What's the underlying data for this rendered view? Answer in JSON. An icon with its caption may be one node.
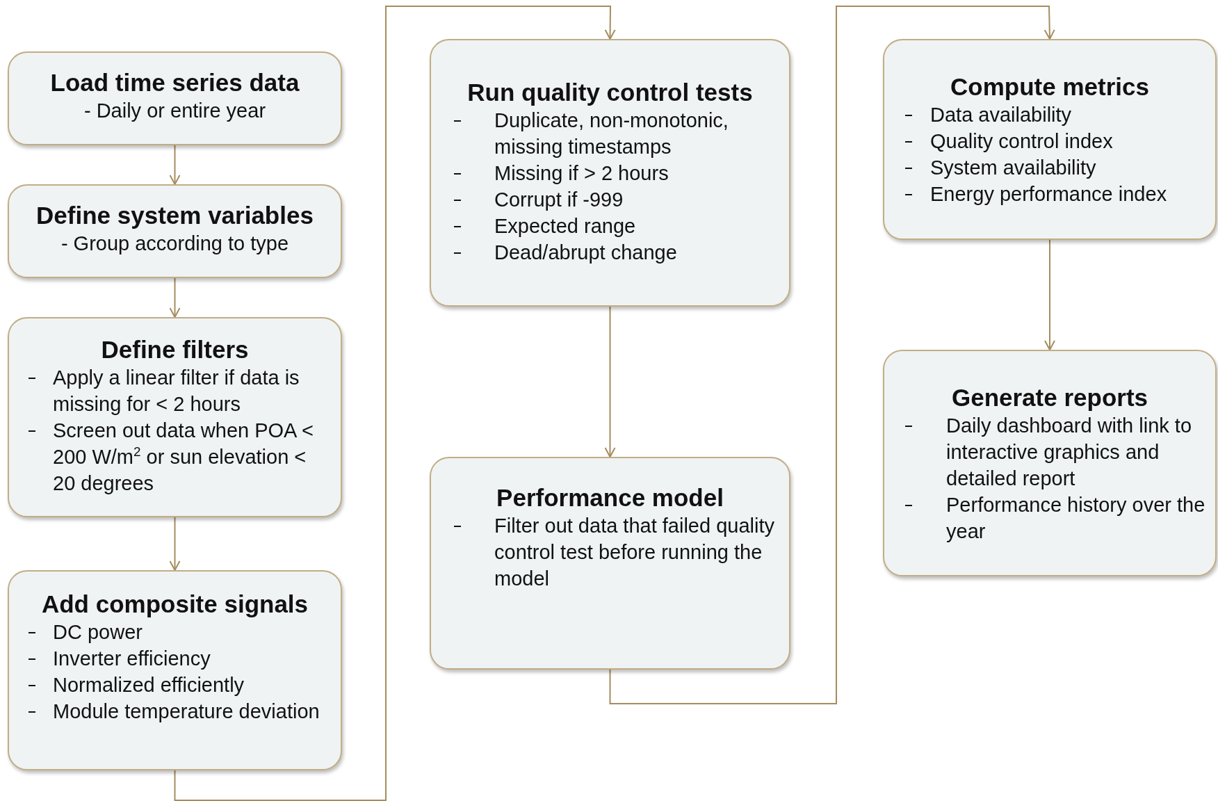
{
  "diagram": {
    "nodes": [
      {
        "text": [
          "Load time series data",
          "- Daily or entire year"
        ]
      },
      {
        "text": [
          "Define system variables",
          "- Group according to type"
        ]
      },
      {
        "text": [
          "Define filters",
          "Apply a linear filter if data is missing for < 2 hours",
          "Screen out data when POA < 200 W/m$^{2}$ or sun elevation < 20 degrees"
        ]
      },
      {
        "text": [
          "Add composite signals",
          "DC power",
          "Inverter efficiency",
          "Normalized efficiently",
          "Module temperature deviation"
        ]
      },
      {
        "text": [
          "Run quality control tests",
          "Duplicate, non-monotonic, missing timestamps",
          "Missing if > 2 hours",
          "Corrupt if -999",
          "Expected range",
          "Dead/abrupt change"
        ]
      },
      {
        "text": [
          "Performance model",
          "Filter out data that failed quality control test before running the model"
        ]
      },
      {
        "text": [
          "Compute metrics",
          "Data availability",
          "Quality control index",
          "System availability",
          "Energy performance index"
        ]
      },
      {
        "text": [
          "Generate reports",
          "Daily dashboard with link to interactive graphics and detailed report",
          "Performance history over the year"
        ]
      }
    ],
    "edges": [
      {
        "from": 0,
        "to": 1,
        "arrow": "to"
      },
      {
        "from": 1,
        "to": 2,
        "arrow": "to"
      },
      {
        "from": 2,
        "to": 3,
        "arrow": "to"
      },
      {
        "from": 3,
        "to": 4,
        "arrow": "to"
      },
      {
        "from": 4,
        "to": 5,
        "arrow": "to"
      },
      {
        "from": 5,
        "to": 6,
        "arrow": "to"
      },
      {
        "from": 6,
        "to": 7,
        "arrow": "to"
      }
    ]
  }
}
